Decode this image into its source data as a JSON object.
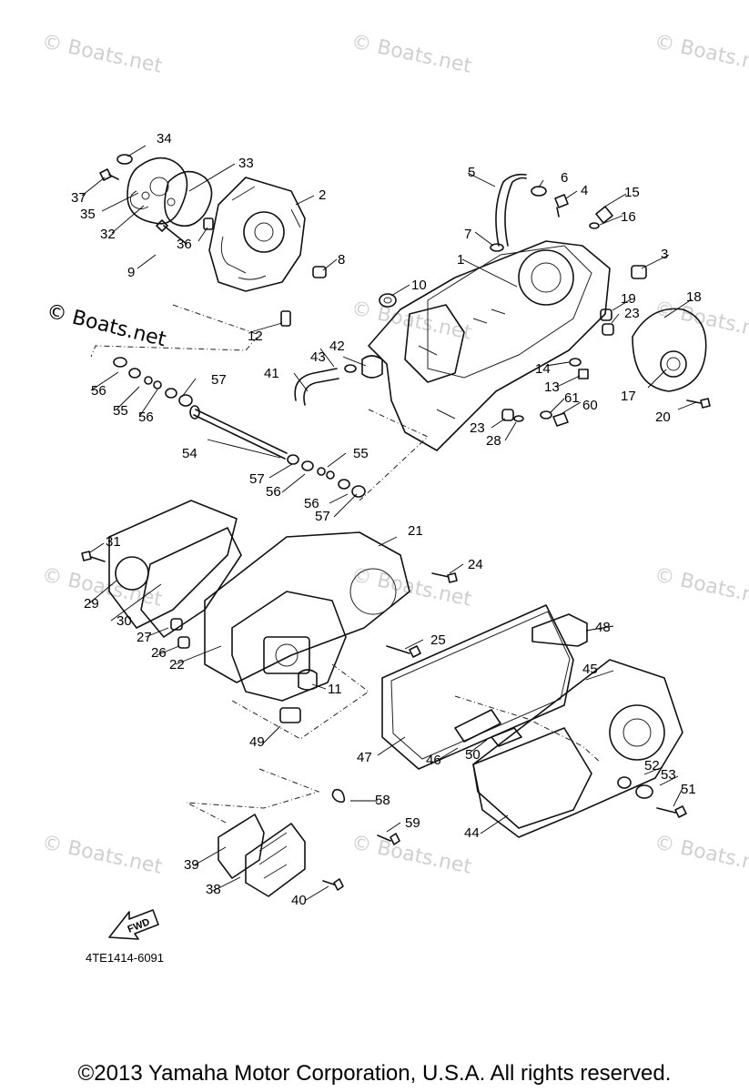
{
  "watermarks": [
    "© Boats.net",
    "© Boats.net",
    "© Boats.net",
    "© Boats.net",
    "© Boats.net",
    "© Boats.net",
    "© Boats.net",
    "© Boats.net",
    "© Boats.net",
    "© Boats.net",
    "© Boats.net"
  ],
  "overlay_watermark": "© Boats.net",
  "fwd_label": "FWD",
  "diagram_code": "4TE1414-6091",
  "copyright": "©2013 Yamaha Motor Corporation, U.S.A. All rights reserved.",
  "callouts": [
    "34",
    "37",
    "35",
    "32",
    "33",
    "2",
    "36",
    "9",
    "8",
    "12",
    "5",
    "6",
    "4",
    "15",
    "16",
    "7",
    "3",
    "1",
    "10",
    "19",
    "18",
    "23",
    "42",
    "43",
    "41",
    "14",
    "13",
    "61",
    "60",
    "17",
    "20",
    "23",
    "28",
    "56",
    "55",
    "56",
    "57",
    "54",
    "57",
    "56",
    "55",
    "56",
    "57",
    "31",
    "21",
    "24",
    "29",
    "30",
    "27",
    "26",
    "22",
    "25",
    "48",
    "11",
    "45",
    "49",
    "47",
    "46",
    "50",
    "52",
    "53",
    "51",
    "44",
    "58",
    "59",
    "39",
    "38",
    "40"
  ]
}
